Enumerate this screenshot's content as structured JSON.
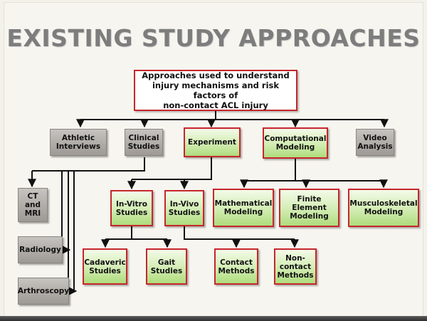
{
  "title": "EXISTING STUDY APPROACHES",
  "root": "Approaches used to understand\ninjury mechanisms and risk factors of\nnon-contact ACL injury",
  "level1": {
    "athletic_interviews": "Athletic\nInterviews",
    "clinical_studies": "Clinical\nStudies",
    "experiment": "Experiment",
    "computational_modeling": "Computational\nModeling",
    "video_analysis": "Video\nAnalysis"
  },
  "clinical": {
    "ct_mri": "CT\nand\nMRI",
    "radiology": "Radiology",
    "arthroscopy": "Arthroscopy"
  },
  "experiment_branch": {
    "in_vitro": "In-Vitro\nStudies",
    "in_vivo": "In-Vivo\nStudies"
  },
  "computational_branch": {
    "mathematical": "Mathematical\nModeling",
    "finite_element": "Finite\nElement\nModeling",
    "musculoskeletal": "Musculoskeletal\nModeling"
  },
  "in_vitro_branch": {
    "cadaveric": "Cadaveric\nStudies",
    "gait": "Gait\nStudies"
  },
  "in_vivo_branch": {
    "contact": "Contact\nMethods",
    "non_contact": "Non-\ncontact\nMethods"
  }
}
